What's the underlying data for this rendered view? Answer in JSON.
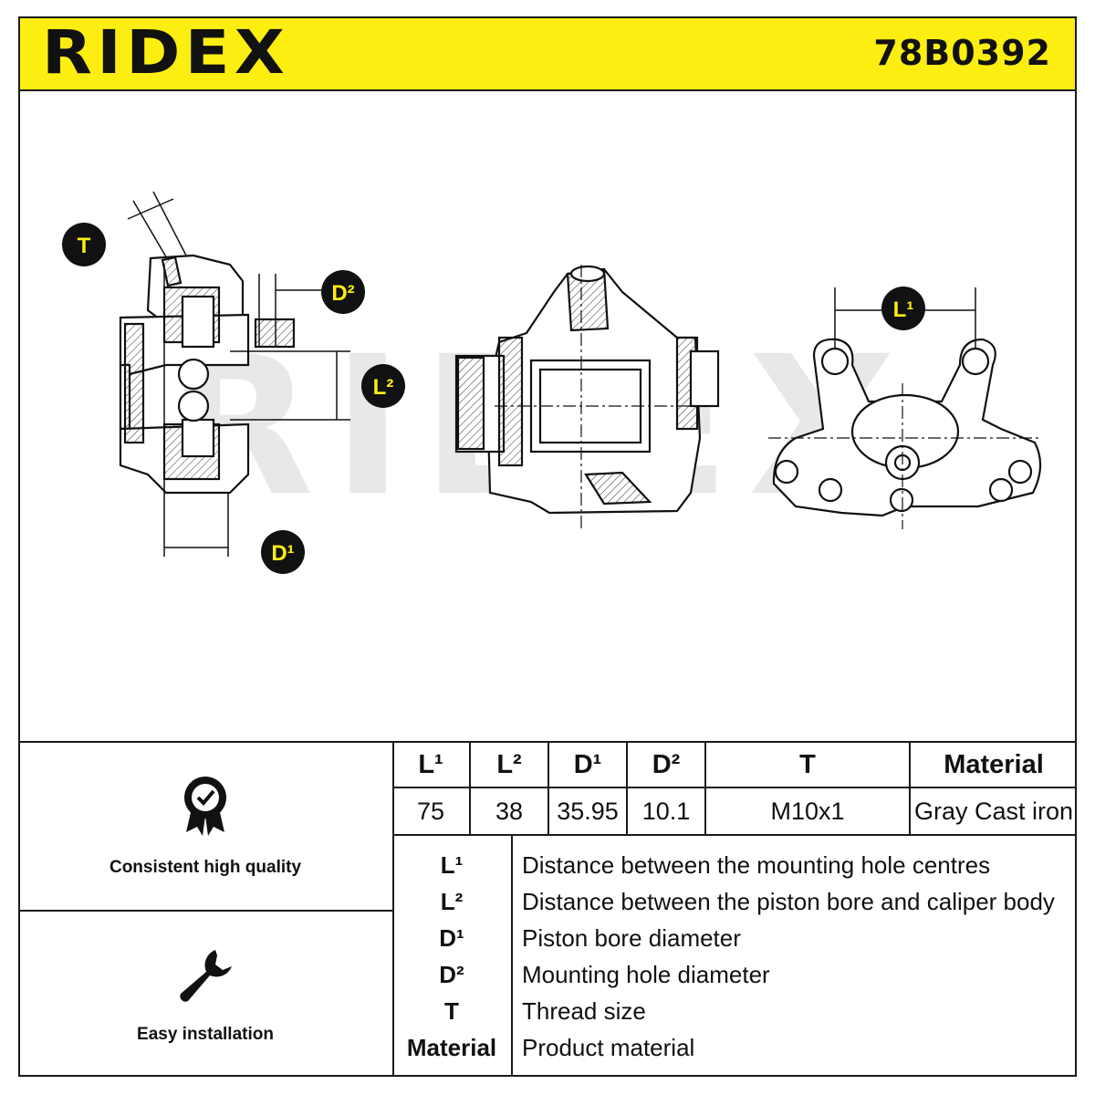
{
  "header": {
    "brand": "RIDEX",
    "part_number": "78B0392",
    "colors": {
      "banner": "#fdee11",
      "ink": "#111111"
    }
  },
  "drawing": {
    "watermark": "RIDEX",
    "callouts": {
      "T": "T",
      "D2": "D²",
      "L2": "L²",
      "D1": "D¹",
      "L1": "L¹"
    }
  },
  "features": [
    {
      "icon": "quality-badge-icon",
      "label": "Consistent high quality"
    },
    {
      "icon": "wrench-icon",
      "label": "Easy installation"
    }
  ],
  "specs": {
    "headers": [
      "L¹",
      "L²",
      "D¹",
      "D²",
      "T",
      "Material"
    ],
    "values": [
      "75",
      "38",
      "35.95",
      "10.1",
      "M10x1",
      "Gray Cast iron"
    ]
  },
  "legend": [
    {
      "symbol": "L¹",
      "description": "Distance between the mounting hole centres"
    },
    {
      "symbol": "L²",
      "description": "Distance between the piston bore and caliper body"
    },
    {
      "symbol": "D¹",
      "description": "Piston bore diameter"
    },
    {
      "symbol": "D²",
      "description": "Mounting hole diameter"
    },
    {
      "symbol": "T",
      "description": "Thread size"
    },
    {
      "symbol": "Material",
      "description": "Product material"
    }
  ]
}
